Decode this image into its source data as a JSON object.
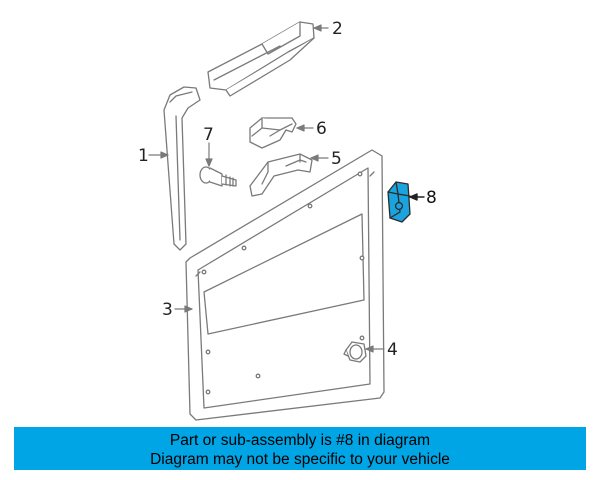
{
  "callouts": {
    "c1": "1",
    "c2": "2",
    "c3": "3",
    "c4": "4",
    "c5": "5",
    "c6": "6",
    "c7": "7",
    "c8": "8"
  },
  "caption": {
    "line1": "Part or sub-assembly is #8 in diagram",
    "line2": "Diagram may not be specific to your vehicle"
  },
  "colors": {
    "highlight_part": "#1aa3dd",
    "caption_bar": "#00a5e5",
    "line": "#7a7a7a"
  }
}
